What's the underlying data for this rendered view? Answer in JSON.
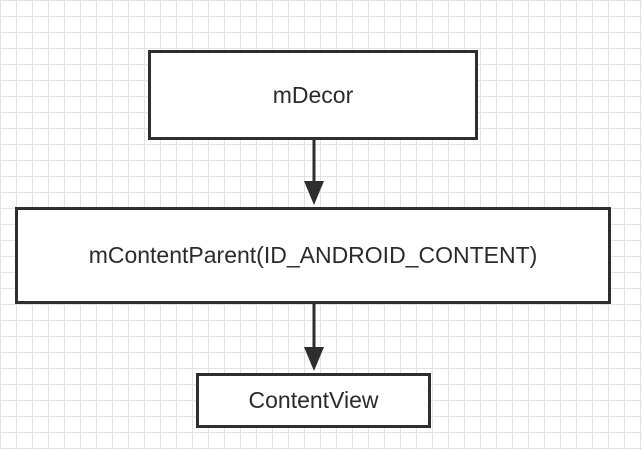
{
  "diagram": {
    "nodes": [
      {
        "id": "decor",
        "label": "mDecor"
      },
      {
        "id": "content_parent",
        "label": "mContentParent(ID_ANDROID_CONTENT)"
      },
      {
        "id": "content_view",
        "label": "ContentView"
      }
    ],
    "edges": [
      {
        "from": "decor",
        "to": "content_parent"
      },
      {
        "from": "content_parent",
        "to": "content_view"
      }
    ],
    "colors": {
      "stroke": "#2e2e2e",
      "text": "#2b2b2b",
      "grid": "#e2e2e2",
      "background": "#ffffff"
    }
  }
}
